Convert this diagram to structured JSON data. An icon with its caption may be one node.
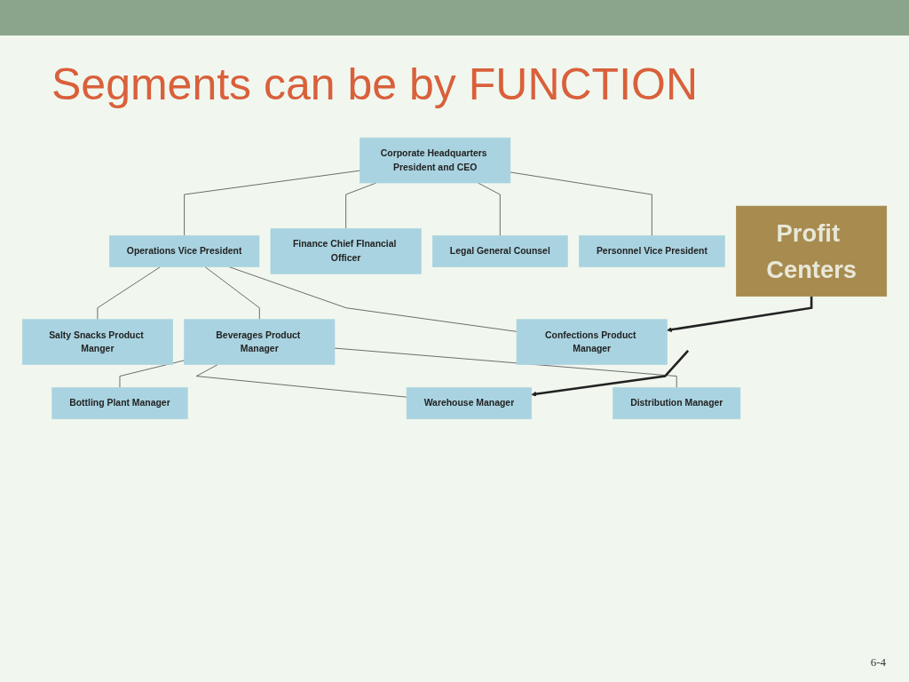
{
  "diagram": {
    "title": "Segments can be by FUNCTION",
    "nodes": [
      {
        "text": [
          "Corporate Headquarters President and CEO"
        ]
      },
      {
        "text": [
          "Operations Vice President"
        ]
      },
      {
        "text": [
          "Finance Chief FInancial Officer"
        ]
      },
      {
        "text": [
          "Legal General Counsel"
        ]
      },
      {
        "text": [
          "Personnel Vice President"
        ]
      },
      {
        "text": [
          "Salty Snacks Product Manger"
        ]
      },
      {
        "text": [
          "Beverages Product Manager"
        ]
      },
      {
        "text": [
          "Confections Product Manager"
        ]
      },
      {
        "text": [
          "Bottling Plant Manager"
        ]
      },
      {
        "text": [
          "Warehouse Manager"
        ]
      },
      {
        "text": [
          "Distribution Manager"
        ]
      },
      {
        "text": [
          "Profit Centers"
        ]
      }
    ],
    "edges": [
      {
        "from": 0,
        "to": 1,
        "arrow": "none"
      },
      {
        "from": 0,
        "to": 2,
        "arrow": "none"
      },
      {
        "from": 0,
        "to": 3,
        "arrow": "none"
      },
      {
        "from": 0,
        "to": 4,
        "arrow": "none"
      },
      {
        "from": 1,
        "to": 5,
        "arrow": "none"
      },
      {
        "from": 1,
        "to": 6,
        "arrow": "none"
      },
      {
        "from": 1,
        "to": 7,
        "arrow": "none"
      },
      {
        "from": 6,
        "to": 8,
        "arrow": "none"
      },
      {
        "from": 6,
        "to": 9,
        "arrow": "none"
      },
      {
        "from": 6,
        "to": 10,
        "arrow": "none"
      },
      {
        "from": 11,
        "to": 7,
        "arrow": "to",
        "style": "thick"
      },
      {
        "from": null,
        "to": 9,
        "arrow": "to",
        "style": "thick"
      }
    ],
    "labels": [
      "6-4"
    ]
  }
}
